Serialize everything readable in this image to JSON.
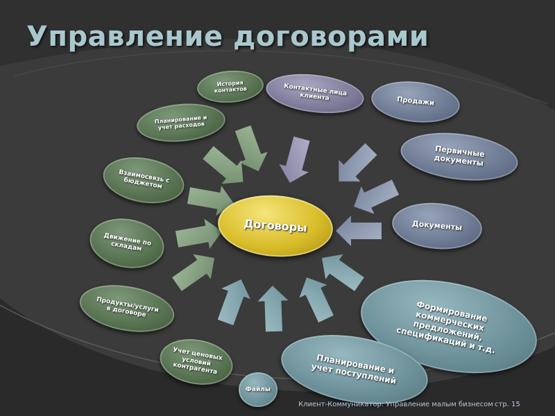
{
  "title": "Управление договорами",
  "center_node": "Договоры",
  "nodes": {
    "history": "История контактов",
    "contacts": "Контактные лица клиента",
    "sales": "Продажи",
    "primary_docs": "Первичные документы",
    "documents": "Документы",
    "proposals": "Формирование коммерческих предложений, спецификаций и т.д.",
    "planning_receipts": "Планирование и учет поступлений",
    "files": "Файлы",
    "price_terms": "Учет ценовых условий контрагента",
    "products": "Продукты/услуги в договоре",
    "warehouse": "Движение по складам",
    "budget": "Взаимосвязь с бюджетом",
    "expenses": "Планирование и учет расходов"
  },
  "footer": {
    "caption": "Клиент-Коммуникатор: Управление малым бизнесом",
    "page": "стр. 15"
  },
  "colors": {
    "green": "#5f7b5a",
    "lavender": "#8683a3",
    "slate": "#74809a",
    "teal": "#789aa3",
    "center": "#d9bd2a",
    "title": "#a9c8ce",
    "background": "#3a3a3a"
  }
}
